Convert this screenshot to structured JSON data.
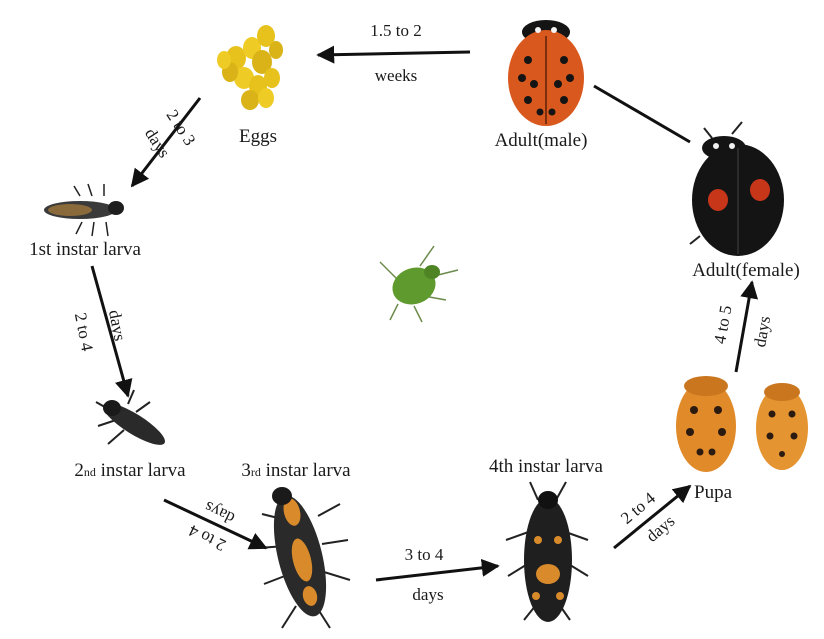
{
  "stages": {
    "eggs": "Eggs",
    "first_instar": "1st instar larva",
    "second_instar": {
      "num": "2",
      "suffix": "nd",
      "rest": " instar larva"
    },
    "third_instar": {
      "num": "3",
      "suffix": "rd",
      "rest": " instar larva"
    },
    "fourth_instar": "4th instar larva",
    "pupa": "Pupa",
    "adult_female": "Adult(female)",
    "adult_male": "Adult(male)"
  },
  "durations": {
    "male_to_eggs": {
      "top": "1.5 to 2",
      "bottom": "weeks"
    },
    "eggs_to_first": {
      "top": "2 to 3",
      "bottom": "days"
    },
    "first_to_second": {
      "top": "2 to 4",
      "bottom": "days"
    },
    "second_to_third": {
      "top": "2 to 4",
      "bottom": "days"
    },
    "third_to_fourth": {
      "top": "3 to 4",
      "bottom": "days"
    },
    "fourth_to_pupa": {
      "top": "2 to 4",
      "bottom": "days"
    },
    "pupa_to_female": {
      "top": "4 to 5",
      "bottom": "days"
    }
  },
  "colors": {
    "egg": "#e8c21c",
    "ladybird_orange": "#d9581e",
    "ladybird_black": "#141414",
    "female_spot": "#c8361a",
    "pupa": "#e08a2a",
    "aphid": "#5e9a2e",
    "larva_dark": "#2a2a2a",
    "larva_orange": "#d98a2a"
  }
}
